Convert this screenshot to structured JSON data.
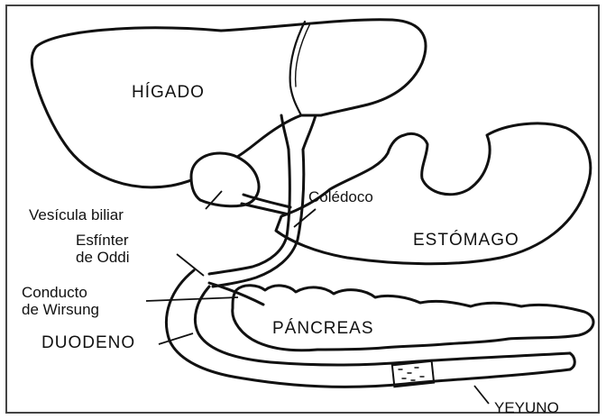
{
  "figure": {
    "labels": {
      "liver": "HÍGADO",
      "gallbladder": "Vesícula biliar",
      "bile_duct": "Colédoco",
      "sphincter_line1": "Esfínter",
      "sphincter_line2": "de Oddi",
      "stomach": "ESTÓMAGO",
      "wirsung_line1": "Conducto",
      "wirsung_line2": "de Wirsung",
      "pancreas": "PÁNCREAS",
      "duodenum": "DUODENO",
      "jejunum": "YEYUNO"
    }
  }
}
